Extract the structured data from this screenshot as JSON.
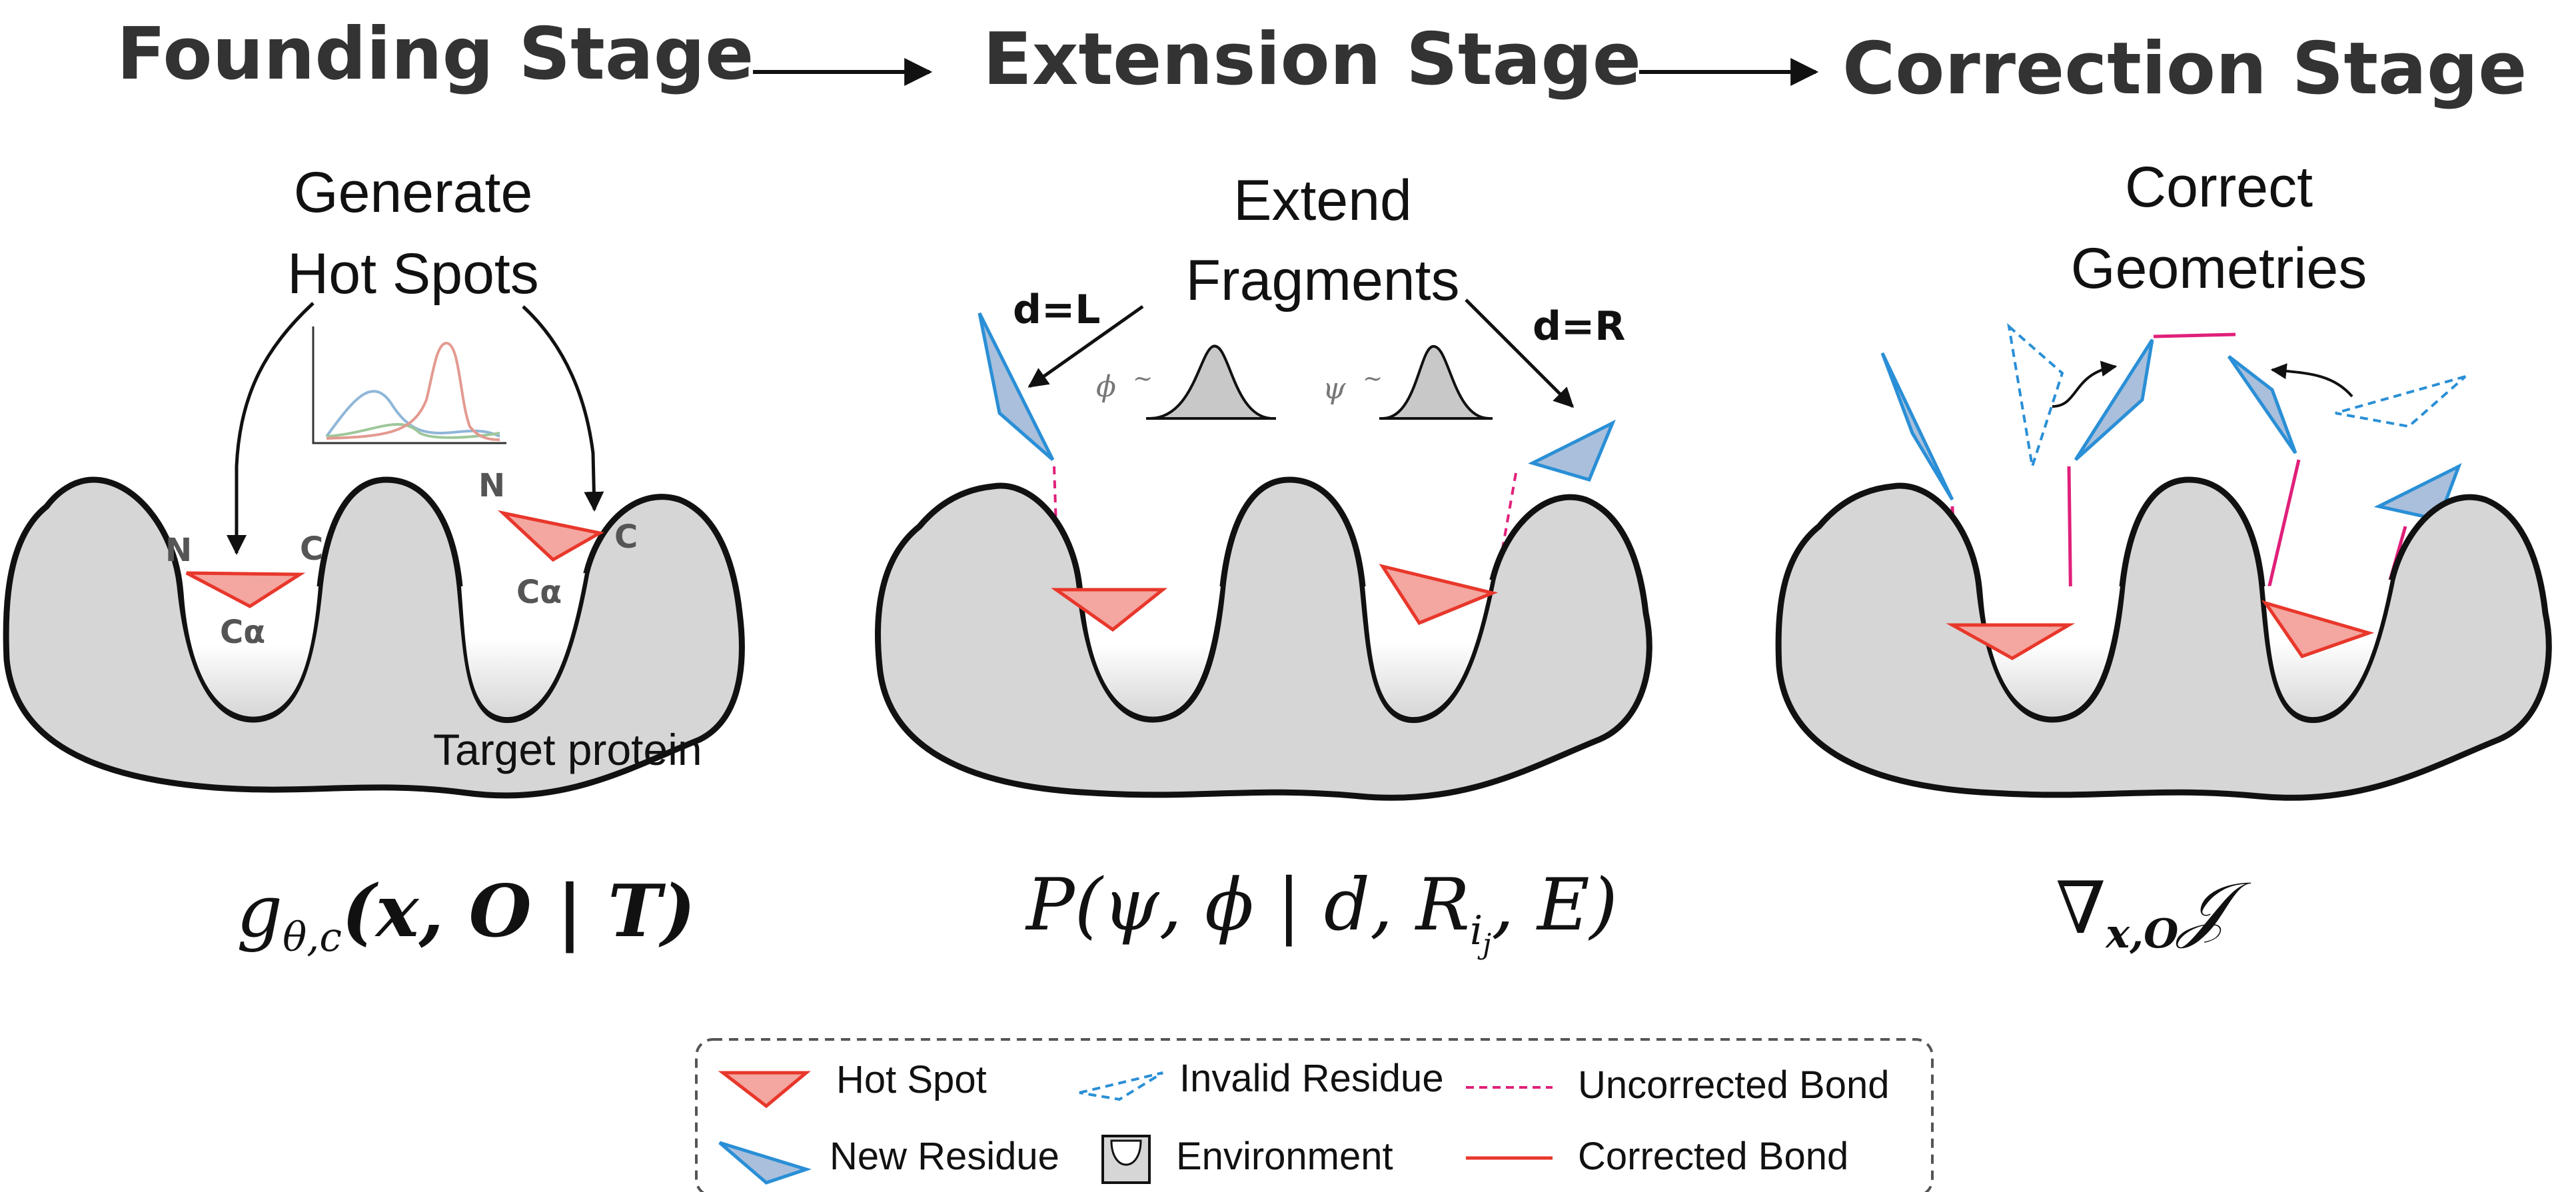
{
  "stages": {
    "founding": "Founding Stage",
    "extension": "Extension Stage",
    "correction": "Correction Stage"
  },
  "captions": {
    "generate_line1": "Generate",
    "generate_line2": "Hot Spots",
    "extend_line1": "Extend",
    "extend_line2": "Fragments",
    "correct_line1": "Correct",
    "correct_line2": "Geometries"
  },
  "atoms": {
    "n": "N",
    "c": "C",
    "ca": "Cα"
  },
  "protein_label": "Target protein",
  "direction_labels": {
    "left": "d=L",
    "right": "d=R"
  },
  "sampling": {
    "phi": "ϕ",
    "psi": "ψ",
    "tilde": "~"
  },
  "formulas": {
    "founding": {
      "g": "g",
      "sub": "θ,c",
      "body": "(x, O | T)"
    },
    "extension": {
      "p": "P(ψ, ϕ | d, R",
      "sub": "i",
      "subsub": "j",
      "tail": ", E)"
    },
    "correction": {
      "nabla": "∇",
      "sub": "x,O",
      "j": "𝒥"
    }
  },
  "legend": {
    "hot_spot": "Hot Spot",
    "invalid_residue": "Invalid Residue",
    "uncorrected_bond": "Uncorrected Bond",
    "new_residue": "New Residue",
    "environment": "Environment",
    "corrected_bond": "Corrected Bond"
  },
  "colors": {
    "hot_spot_fill": "#f4a6a0",
    "hot_spot_stroke": "#e8372b",
    "new_residue_fill": "#a9bfdc",
    "new_residue_stroke": "#2a8fd6",
    "protein_fill": "#d6d6d6",
    "bond": "#e0207a",
    "corrected_bond": "#e8372b"
  }
}
